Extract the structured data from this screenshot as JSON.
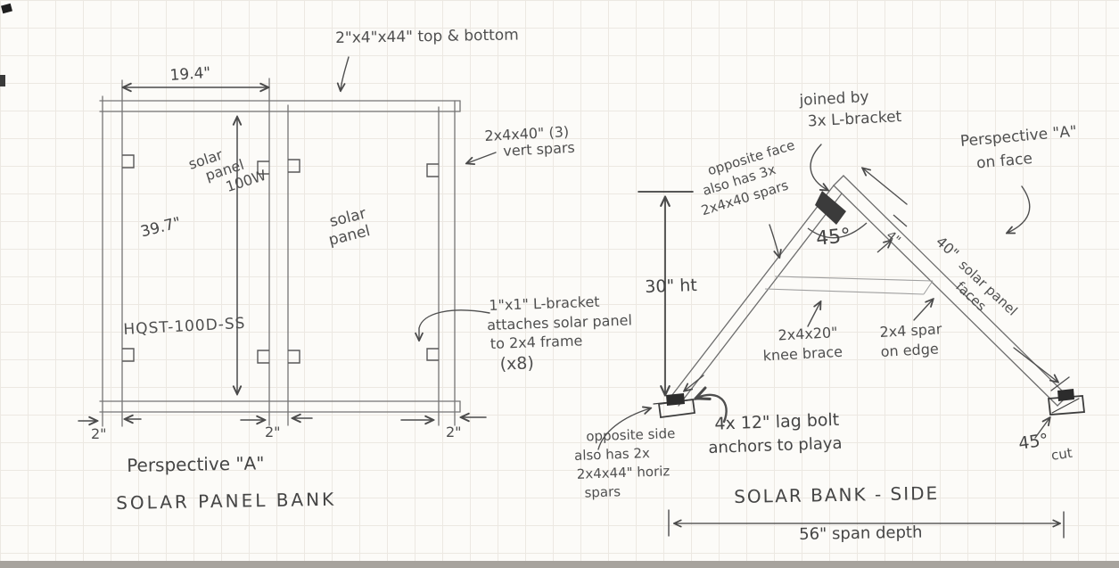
{
  "document": {
    "kind": "hand-drawn construction sketch",
    "colors": {
      "pencil": "#6a6a6a",
      "pencil_dark": "#3f3f3f",
      "paper": "#fcfbf8",
      "grid": "#ece8e2",
      "scan_edge": "#a7a39d"
    }
  },
  "front": {
    "top_rail_note": "2\"x4\"x44\" top & bottom",
    "width_dim": "19.4\"",
    "height_dim": "39.7\"",
    "vert_spar_note_l1": "2x4x40\" (3)",
    "vert_spar_note_l2": "vert spars",
    "panel1_l1": "solar",
    "panel1_l2": "panel",
    "pan1_l3": "100W",
    "panel2_l1": "solar",
    "panel2_l2": "panel",
    "model": "HQST-100D-SS",
    "bracket_note_l1": "1\"x1\" L-bracket",
    "bracket_note_l2": "attaches solar panel",
    "bracket_note_l3": "to 2x4 frame",
    "bracket_note_l4": "(x8)",
    "thickness_dim_left": "2\"",
    "thickness_dim_mid": "2\"",
    "thickness_dim_right": "2\"",
    "caption_l1": "Perspective \"A\"",
    "caption_l2": "SOLAR PANEL BANK"
  },
  "side": {
    "joint_note_l1": "joined by",
    "joint_note_l2": "3x L-bracket",
    "perspective_note_l1": "Perspective \"A\"",
    "perspective_note_l2": "on face",
    "opposite_face_l1": "opposite face",
    "opposite_face_l2": "also has 3x",
    "opposite_face_l3": "2x4x40 spars",
    "height_dim": "30\" ht",
    "apex_angle": "45°",
    "overhang_dim": "4\"",
    "face_dim": "40\"",
    "face_note_l1": "solar panel",
    "face_note_l2": "faces",
    "knee_note_l1": "2x4x20\"",
    "knee_note_l2": "knee brace",
    "edge_spar_l1": "2x4 spar",
    "edge_spar_l2": "on edge",
    "anchor_note_l1": "4x 12\" lag bolt",
    "anchor_note_l2": "anchors to playa",
    "opposite_side_l1": "opposite side",
    "opposite_side_l2": "also has 2x",
    "opposite_side_l3": "2x4x44\" horiz",
    "opposite_side_l4": "spars",
    "cut_note_l1": "45°",
    "cut_note_l2": "cut",
    "caption": "SOLAR BANK - SIDE",
    "span_dim": "56\" span depth"
  }
}
